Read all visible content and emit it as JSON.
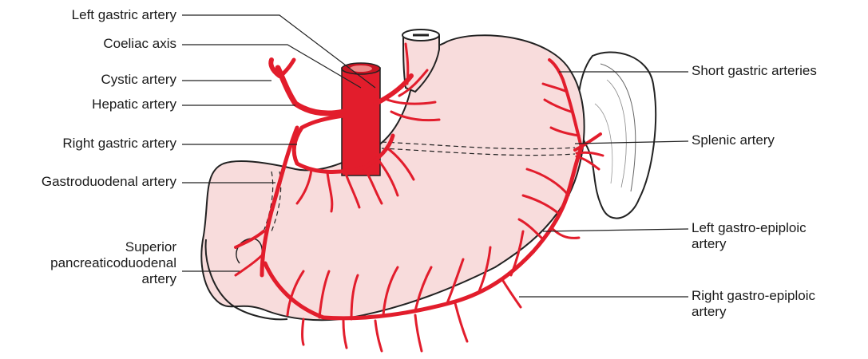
{
  "colors": {
    "stomach_fill": "#f8dcdc",
    "artery": "#e21d2c",
    "spleen_fill": "#ffffff",
    "outline": "#222222",
    "leader": "#222222"
  },
  "labels": {
    "left_gastric_artery": "Left gastric artery",
    "coeliac_axis": "Coeliac axis",
    "cystic_artery": "Cystic artery",
    "hepatic_artery": "Hepatic artery",
    "right_gastric_artery": "Right gastric artery",
    "gastroduodenal_artery": "Gastroduodenal artery",
    "superior_pancreaticoduodenal_artery": [
      "Superior",
      "pancreaticoduodenal",
      "artery"
    ],
    "short_gastric_arteries": "Short gastric arteries",
    "splenic_artery": "Splenic artery",
    "left_gastro_epiploic_artery": [
      "Left gastro-epiploic",
      "artery"
    ],
    "right_gastro_epiploic_artery": [
      "Right gastro-epiploic",
      "artery"
    ]
  }
}
